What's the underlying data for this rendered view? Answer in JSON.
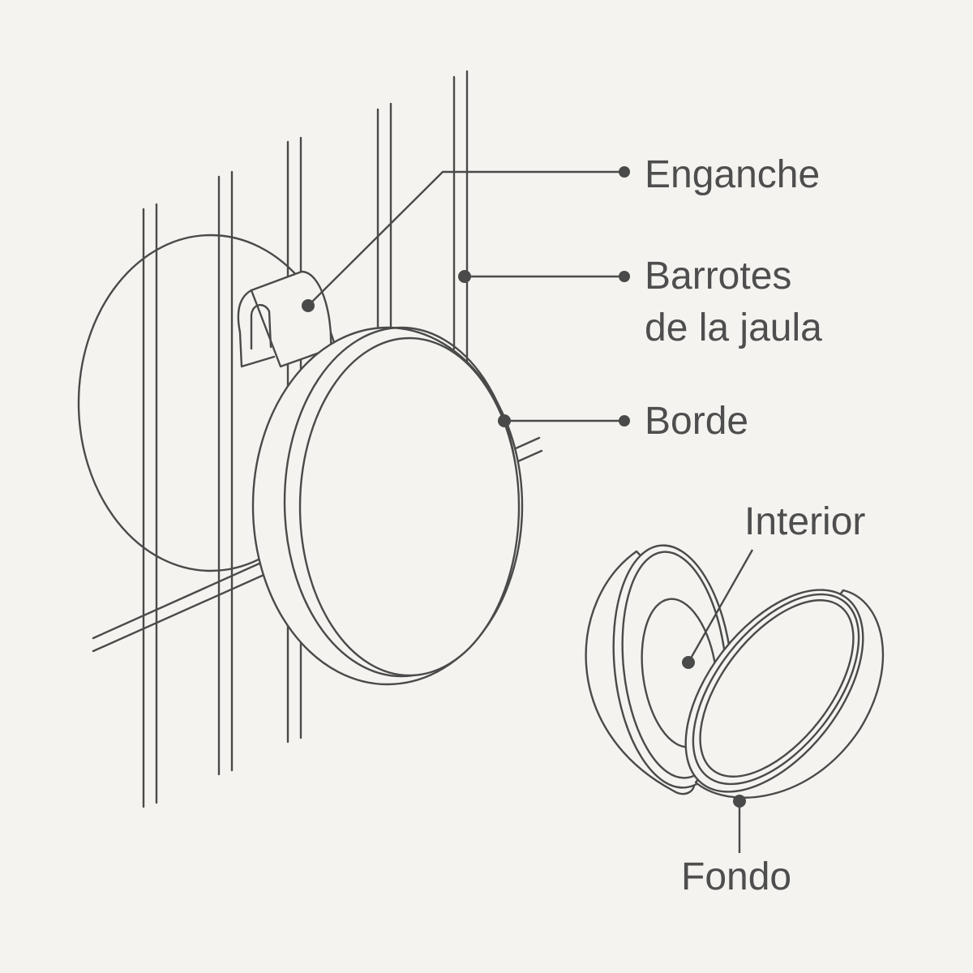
{
  "labels": {
    "enganche": "Enganche",
    "barrotes_line1": "Barrotes",
    "barrotes_line2": "de la jaula",
    "borde": "Borde",
    "interior": "Interior",
    "fondo": "Fondo"
  },
  "colors": {
    "background": "#f4f3ef",
    "stroke": "#4a4a4a",
    "text": "#4e4e4e"
  }
}
